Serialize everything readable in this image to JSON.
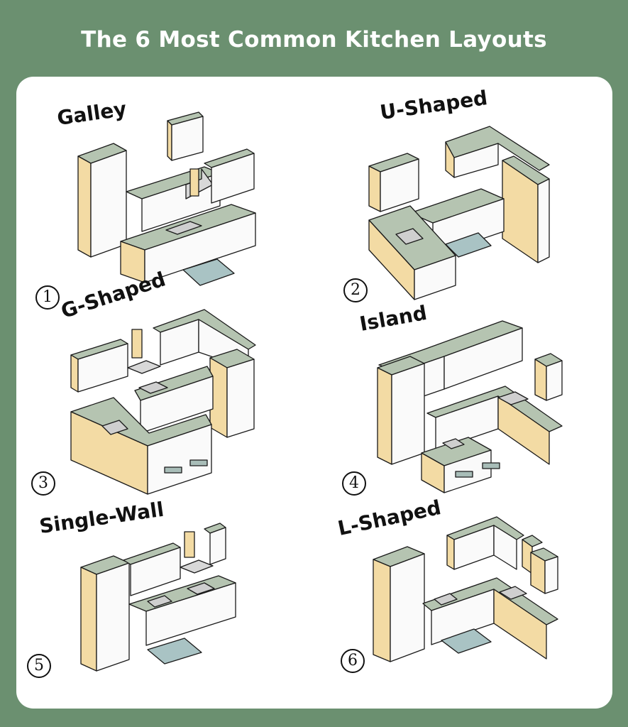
{
  "title": "The 6 Most Common Kitchen Layouts",
  "layouts": [
    {
      "name": "Galley",
      "number": "1"
    },
    {
      "name": "U-Shaped",
      "number": "2"
    },
    {
      "name": "G-Shaped",
      "number": "3"
    },
    {
      "name": "Island",
      "number": "4"
    },
    {
      "name": "Single-Wall",
      "number": "5"
    },
    {
      "name": "L-Shaped",
      "number": "6"
    }
  ],
  "colors": {
    "background": "#6b9070",
    "panel": "#ffffff",
    "countertop": "#b5c4b1",
    "cabinet_side": "#f3dba4",
    "cabinet_front": "#fafafa",
    "rug": "#a9c3c4",
    "outline": "#1a1a1a"
  }
}
